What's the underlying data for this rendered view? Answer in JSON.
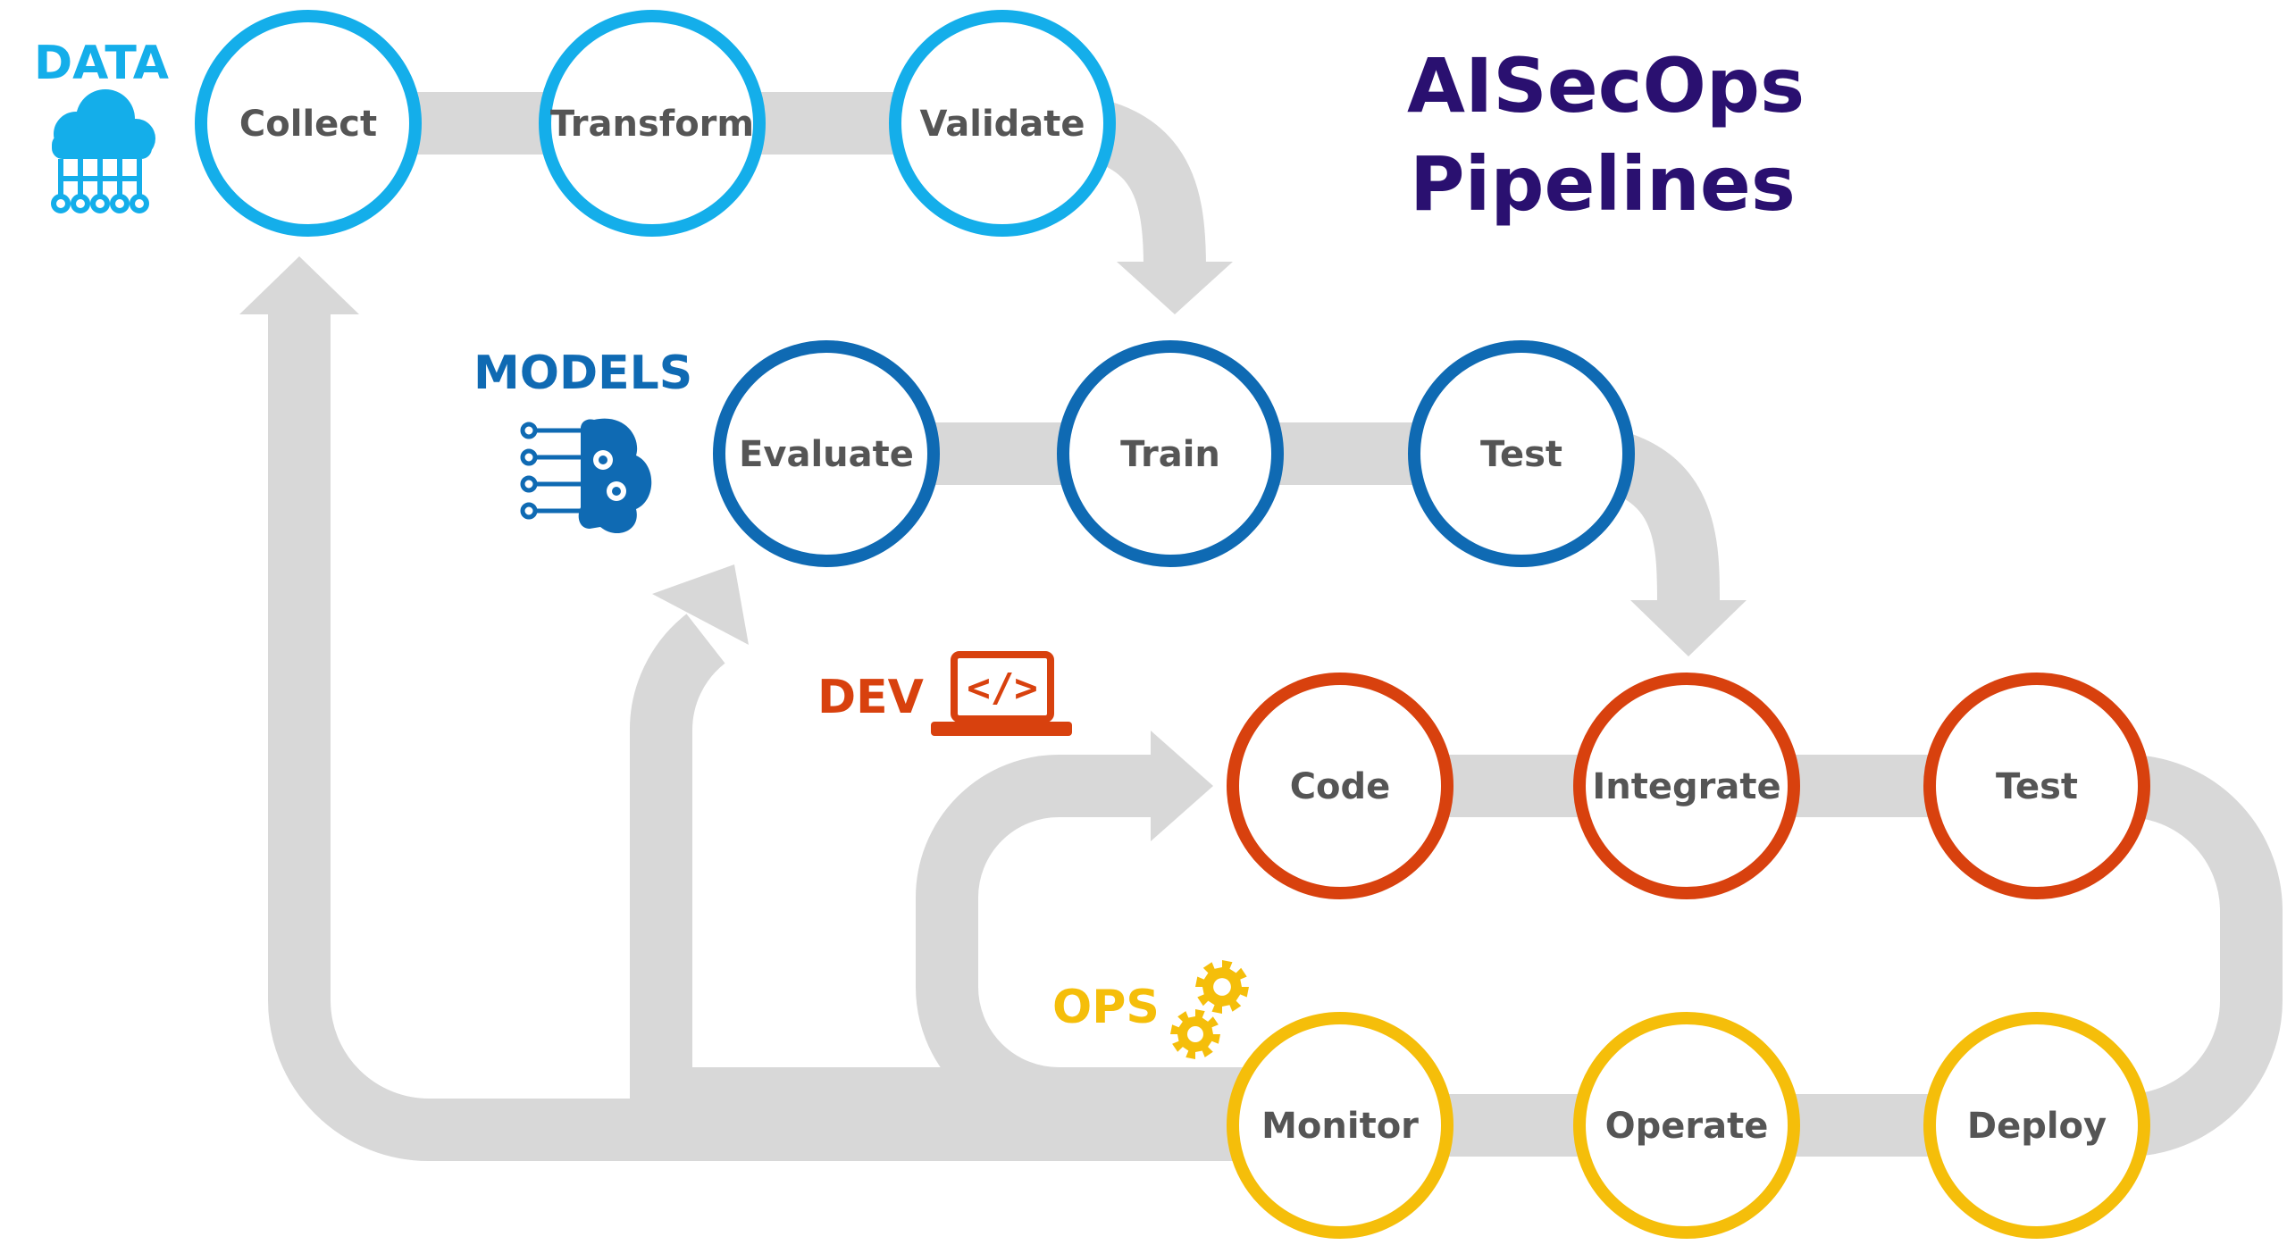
{
  "title": {
    "line1": "AISecOps",
    "line2": "Pipelines",
    "color": "#2A1070"
  },
  "arrow_color": "#D8D8D8",
  "stages": [
    {
      "id": "data",
      "label": "DATA",
      "color": "#14AEEA",
      "icon": "cloud-network-icon",
      "nodes": [
        "Collect",
        "Transform",
        "Validate"
      ]
    },
    {
      "id": "models",
      "label": "MODELS",
      "color": "#0F6AB3",
      "icon": "brain-circuit-icon",
      "nodes": [
        "Evaluate",
        "Train",
        "Test"
      ]
    },
    {
      "id": "dev",
      "label": "DEV",
      "color": "#D8410E",
      "icon": "laptop-code-icon",
      "code_glyph": "</>",
      "nodes": [
        "Code",
        "Integrate",
        "Test"
      ]
    },
    {
      "id": "ops",
      "label": "OPS",
      "color": "#F5BE0A",
      "icon": "gears-icon",
      "nodes": [
        "Monitor",
        "Operate",
        "Deploy"
      ]
    }
  ]
}
